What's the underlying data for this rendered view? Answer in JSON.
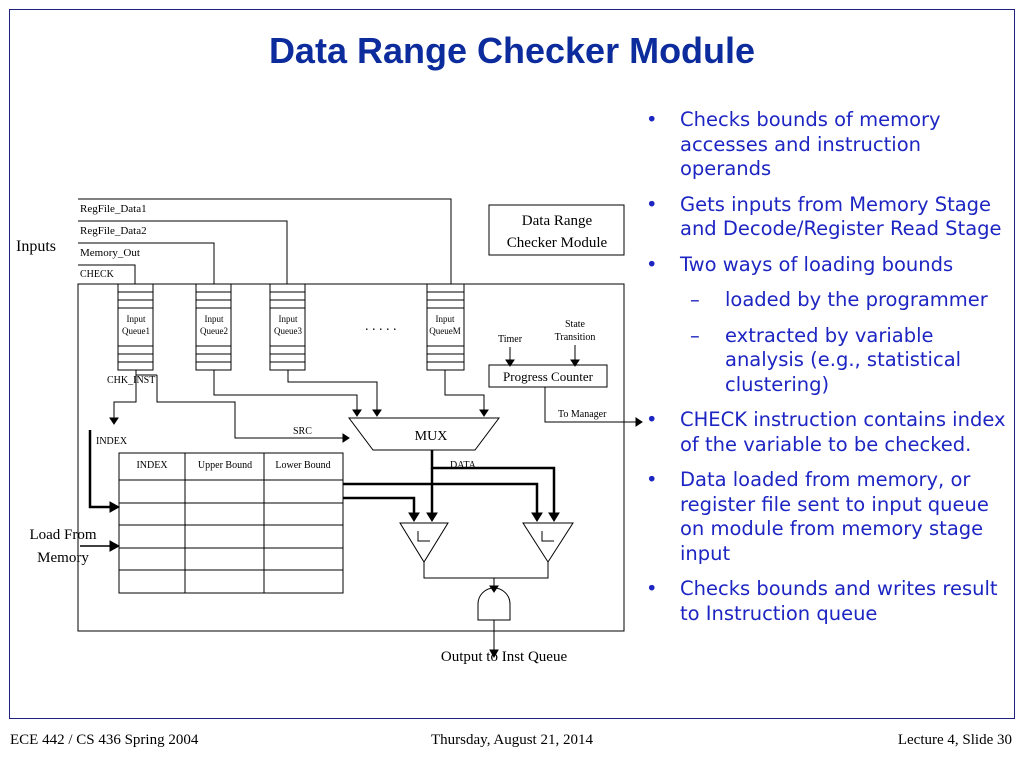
{
  "title": "Data Range Checker Module",
  "bullets": [
    {
      "level": 1,
      "text": "Checks bounds of memory accesses and instruction operands"
    },
    {
      "level": 1,
      "text": "Gets inputs from Memory Stage and Decode/Register Read Stage"
    },
    {
      "level": 1,
      "text": "Two ways of loading bounds"
    },
    {
      "level": 2,
      "text": "loaded by the programmer"
    },
    {
      "level": 2,
      "text": "extracted by variable analysis (e.g., statistical clustering)"
    },
    {
      "level": 1,
      "text": "CHECK instruction contains index of the variable to be checked."
    },
    {
      "level": 1,
      "text": "Data loaded from memory, or register file sent to input queue on module from memory stage input"
    },
    {
      "level": 1,
      "text": "Checks bounds and writes result to Instruction queue"
    }
  ],
  "diagram": {
    "inputs_label": "Inputs",
    "signals": [
      "RegFile_Data1",
      "RegFile_Data2",
      "Memory_Out",
      "CHECK"
    ],
    "module_label_line1": "Data Range",
    "module_label_line2": "Checker Module",
    "queues": [
      {
        "l1": "Input",
        "l2": "Queue1"
      },
      {
        "l1": "Input",
        "l2": "Queue2"
      },
      {
        "l1": "Input",
        "l2": "Queue3"
      },
      {
        "l1": "Input",
        "l2": "QueueM"
      }
    ],
    "ellipsis": ". . . . .",
    "timer": "Timer",
    "state_transition_l1": "State",
    "state_transition_l2": "Transition",
    "progress_counter": "Progress Counter",
    "to_manager": "To Manager",
    "chk_inst": "CHK_INST",
    "src": "SRC",
    "mux": "MUX",
    "index_label": "INDEX",
    "data_label": "DATA",
    "table_headers": [
      "INDEX",
      "Upper Bound",
      "Lower Bound"
    ],
    "load_from_l1": "Load From",
    "load_from_l2": "Memory",
    "output_label": "Output to Inst Queue"
  },
  "footer": {
    "left": "ECE 442 / CS 436 Spring 2004",
    "center": "Thursday, August 21, 2014",
    "right": "Lecture 4, Slide 30"
  },
  "colors": {
    "title": "#0c2b9c",
    "bullets": "#1d25c2",
    "frame": "#1a237e"
  }
}
